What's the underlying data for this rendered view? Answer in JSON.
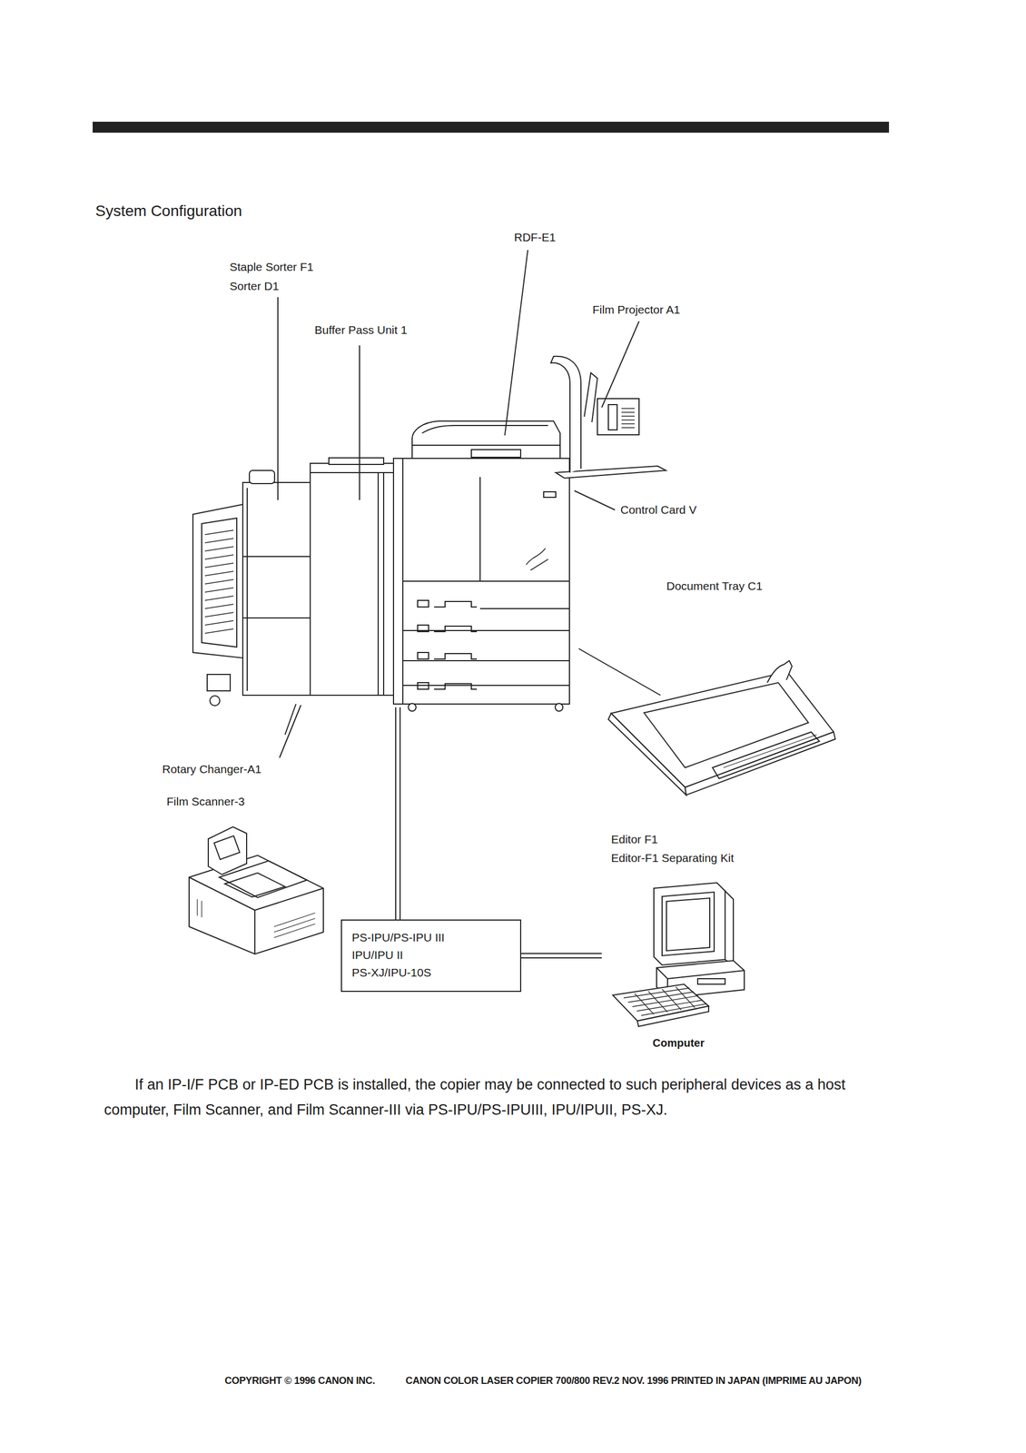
{
  "diagram": {
    "title": "System Configuration",
    "caption": "If an IP-I/F PCB or IP-ED PCB is installed, the copier may be connected to such peripheral devices as a host computer, Film Scanner, and Film Scanner-III via PS-IPU/PS-IPUIII, IPU/IPUII, PS-XJ.",
    "nodes": [
      {
        "text": [
          "PS-IPU/PS-IPU III",
          "IPU/IPU II",
          "PS-XJ/IPU-10S"
        ]
      },
      {
        "text": [
          "Computer"
        ]
      }
    ],
    "edges": [
      {
        "from": 0,
        "to": 1,
        "arrow": "none"
      }
    ],
    "labels": [
      "RDF-E1",
      "Staple Sorter F1",
      "Sorter D1",
      "Film Projector A1",
      "Buffer Pass Unit 1",
      "Control Card V",
      "Document Tray C1",
      "Rotary Changer-A1",
      "Film Scanner-3",
      "Editor F1",
      "Editor-F1 Separating Kit",
      "COPYRIGHT © 1996 CANON INC.",
      "CANON COLOR LASER COPIER 700/800 REV.2 NOV. 1996 PRINTED IN JAPAN (IMPRIME AU JAPON)"
    ]
  }
}
